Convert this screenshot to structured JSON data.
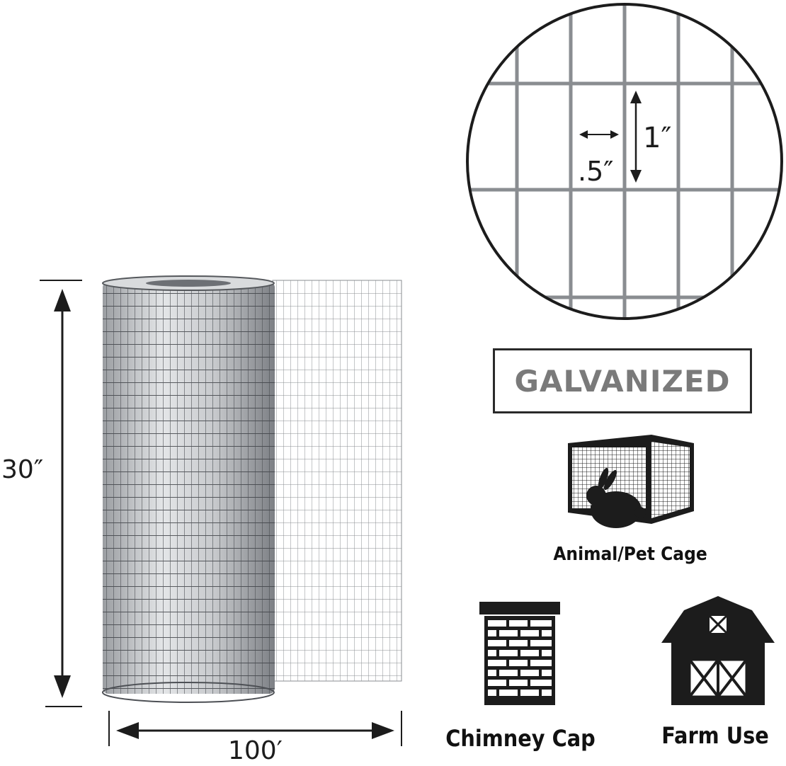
{
  "dimensions": {
    "height_label": "30″",
    "width_label": "100′",
    "mesh_height_label": "1″",
    "mesh_width_label": ".5″"
  },
  "finish": {
    "label": "GALVANIZED",
    "color": "#7a7a7a"
  },
  "uses": [
    {
      "label": "Animal/Pet Cage",
      "icon": "rabbit-cage-icon"
    },
    {
      "label": "Chimney Cap",
      "icon": "chimney-icon"
    },
    {
      "label": "Farm Use",
      "icon": "barn-icon"
    }
  ],
  "colors": {
    "wire": "#8a8d91",
    "ink": "#1c1c1c"
  }
}
